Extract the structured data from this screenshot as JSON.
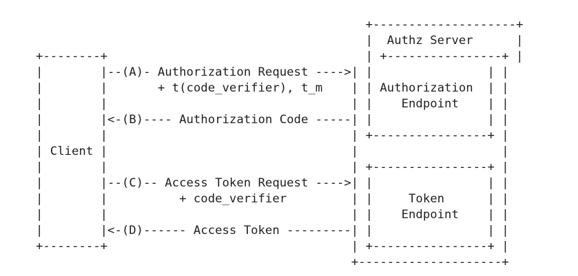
{
  "diagram": {
    "lines": [
      "                                              +--------------------+",
      "                                              |  Authz Server      |",
      "+--------+                                    | +----------------+ |",
      "|        |--(A)- Authorization Request ---->| |                | |",
      "|        |       + t(code_verifier), t_m    | | Authorization  | |",
      "|        |                                  | |    Endpoint    | |",
      "|        |<-(B)---- Authorization Code -----| |                | |",
      "|        |                                  | +----------------+ |",
      "| Client |                                  |                    |",
      "|        |                                  | +----------------+ |",
      "|        |--(C)-- Access Token Request ---->| |                | |",
      "|        |          + code_verifier         | |     Token      | |",
      "|        |                                  | |    Endpoint    | |",
      "|        |<-(D)------ Access Token ---------| |                | |",
      "+--------+                                  | +----------------+ |",
      "                                            +--------------------+"
    ]
  }
}
